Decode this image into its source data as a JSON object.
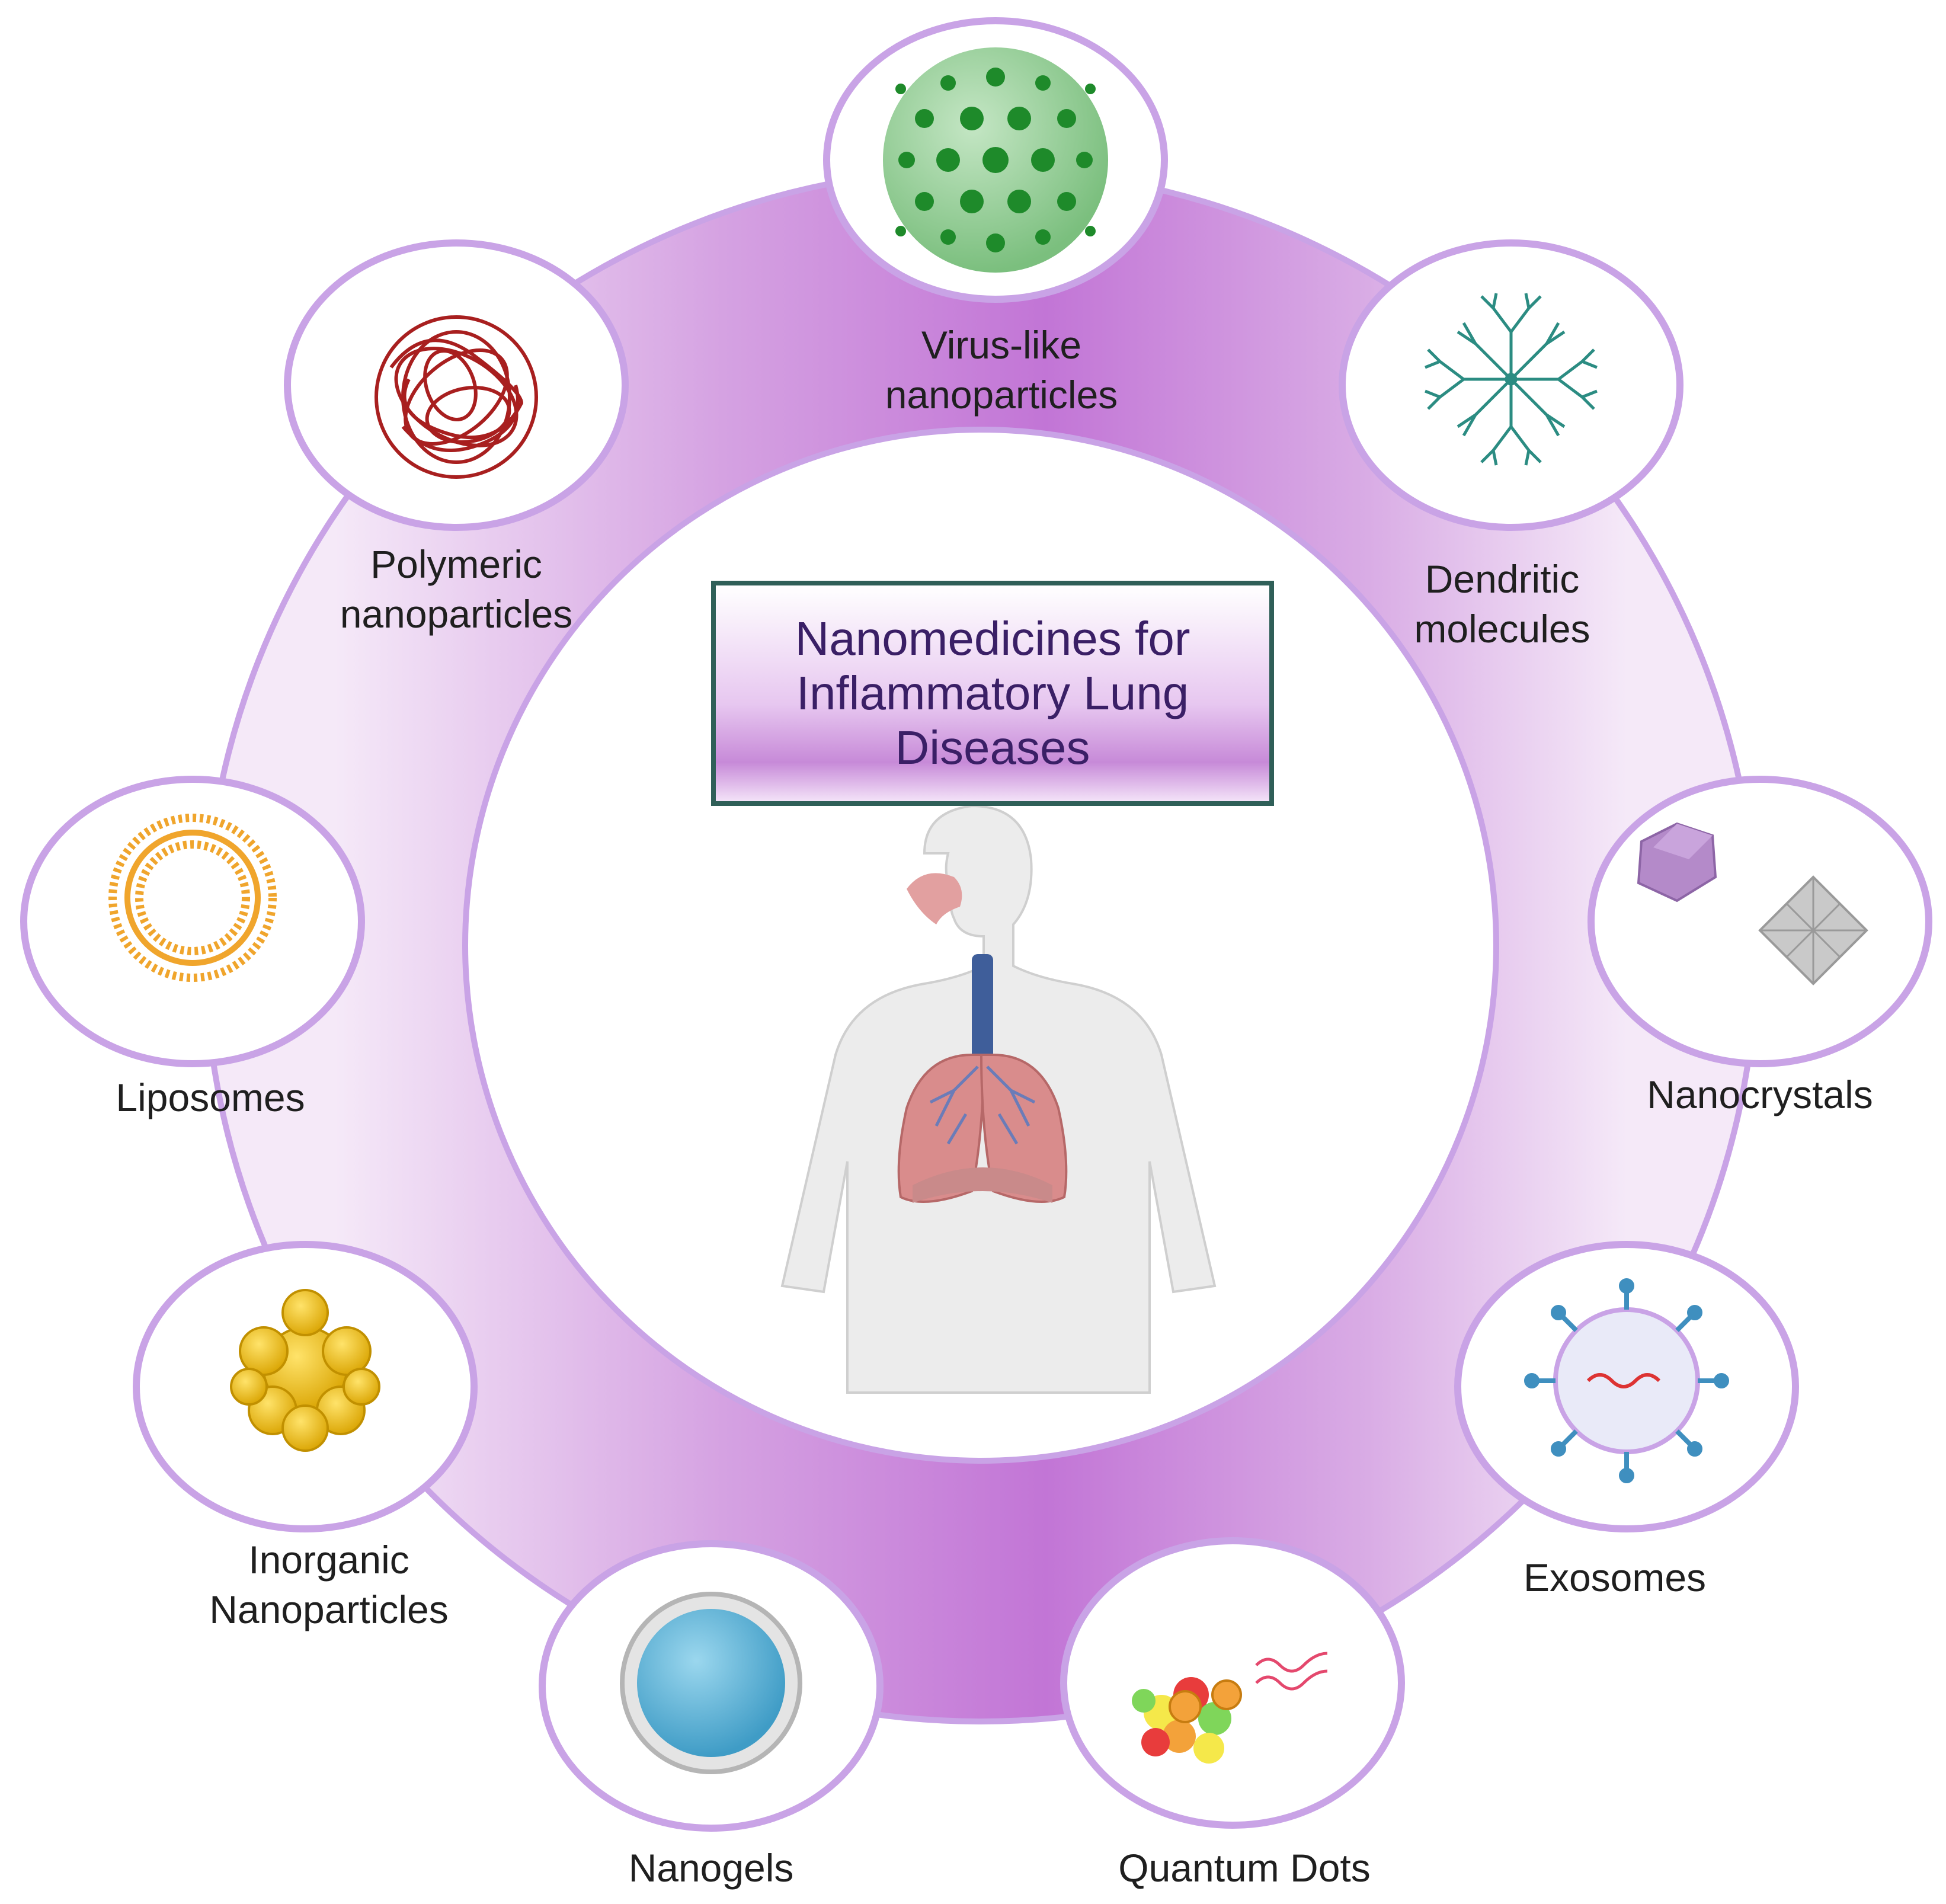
{
  "title": {
    "line1": "Nanomedicines for",
    "line2": "Inflammatory Lung",
    "line3": "Diseases"
  },
  "nodes": {
    "virus_like": {
      "line1": "Virus-like",
      "line2": "nanoparticles",
      "icon": "virus-like-particle-icon"
    },
    "dendritic": {
      "line1": "Dendritic",
      "line2": "molecules",
      "icon": "dendrimer-icon"
    },
    "nanocrystals": {
      "line1": "Nanocrystals",
      "icon": "nanocrystal-icon"
    },
    "exosomes": {
      "line1": "Exosomes",
      "icon": "exosome-icon"
    },
    "quantum_dots": {
      "line1": "Quantum Dots",
      "icon": "quantum-dot-icon"
    },
    "nanogels": {
      "line1": "Nanogels",
      "icon": "nanogel-icon"
    },
    "inorganic": {
      "line1": "Inorganic",
      "line2": "Nanoparticles",
      "icon": "inorganic-nanoparticle-icon"
    },
    "liposomes": {
      "line1": "Liposomes",
      "icon": "liposome-icon"
    },
    "polymeric": {
      "line1": "Polymeric",
      "line2": "nanoparticles",
      "icon": "polymeric-nanoparticle-icon"
    }
  },
  "colors": {
    "ring": "#c57fd6",
    "ring_light": "#f3e3f7",
    "node_border": "#c9a3e6",
    "title_border": "#2f5f58",
    "title_text": "#3a1f66"
  },
  "central_icon": "human-respiratory-system-icon"
}
